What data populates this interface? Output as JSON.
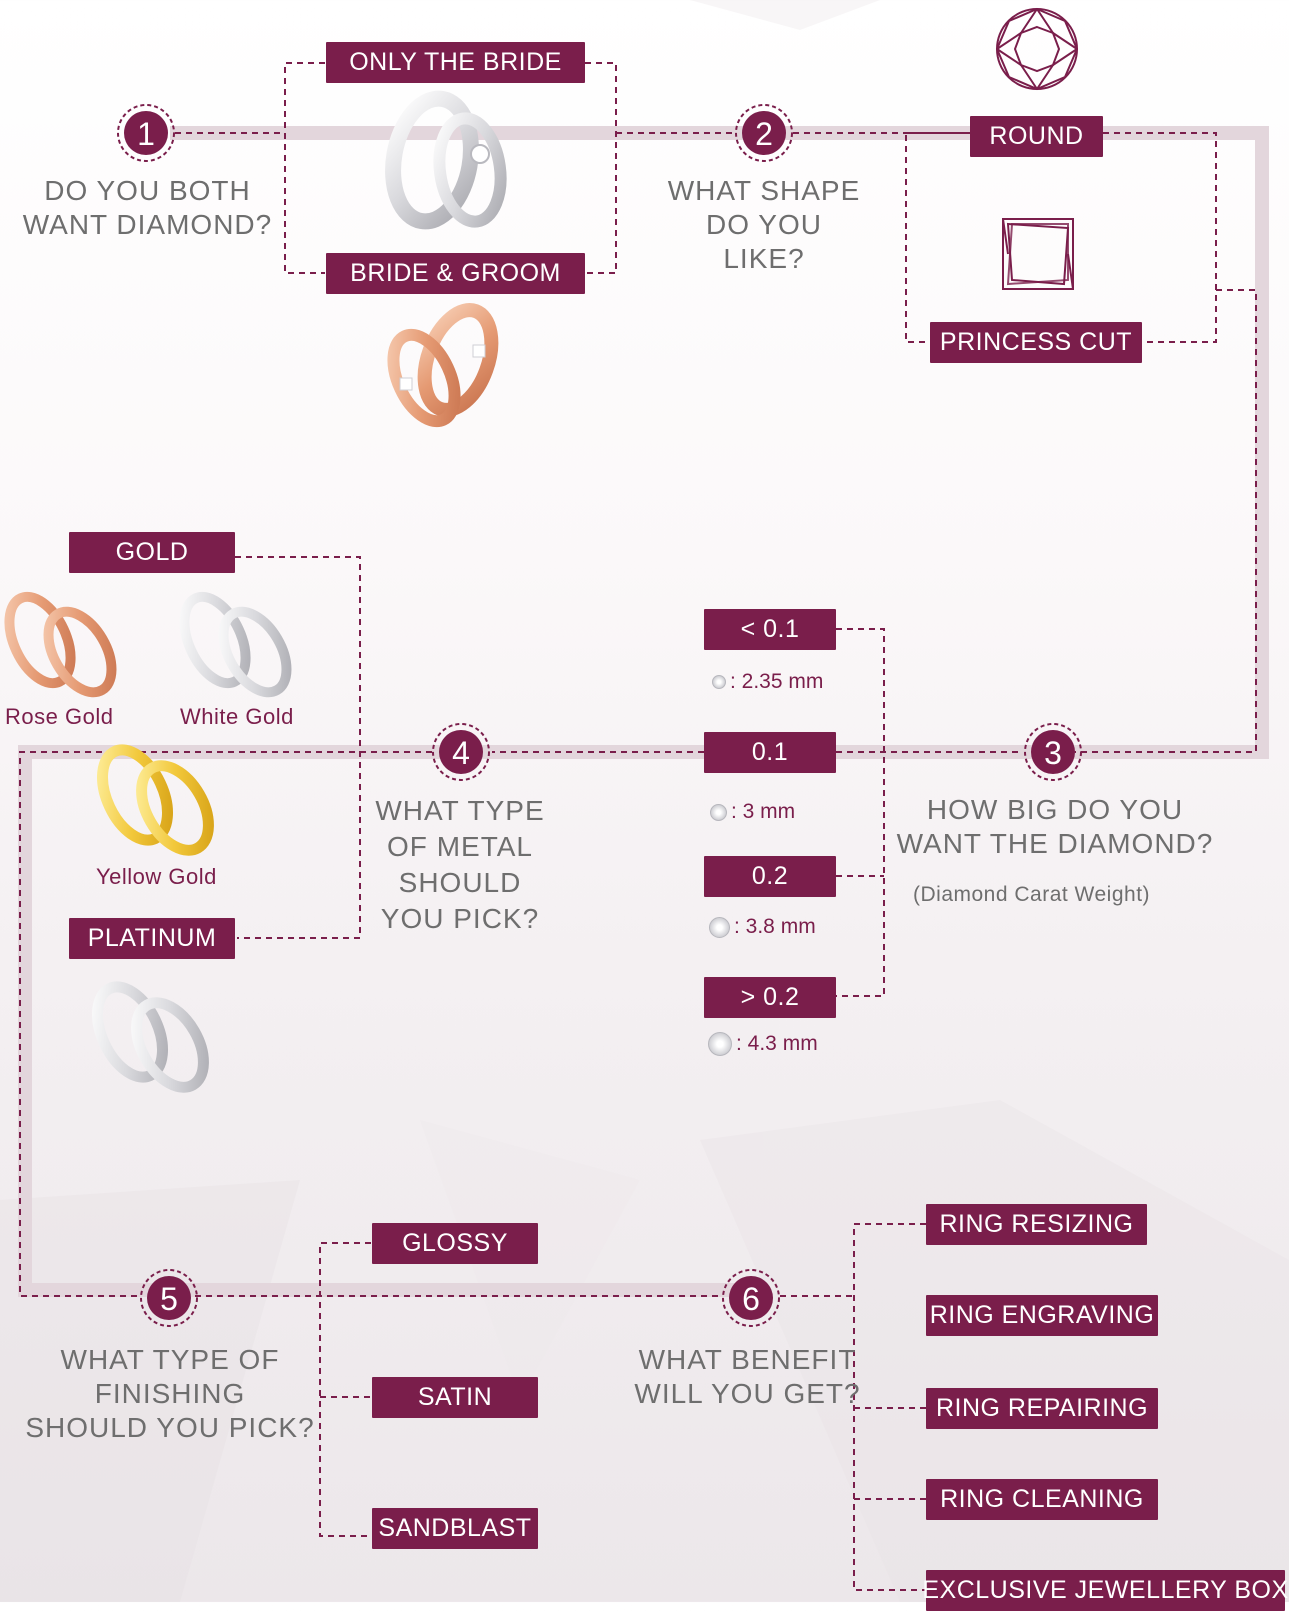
{
  "colors": {
    "accent": "#7a1e4b",
    "track": "#e3d6dc",
    "question_text": "#6e6e6e"
  },
  "steps": [
    {
      "number": "1",
      "question": "DO YOU BOTH\nWANT DIAMOND?"
    },
    {
      "number": "2",
      "question": "WHAT SHAPE\nDO YOU\nLIKE?"
    },
    {
      "number": "3",
      "question": "HOW BIG DO YOU\nWANT THE DIAMOND?",
      "note": "(Diamond Carat Weight)"
    },
    {
      "number": "4",
      "question": "WHAT TYPE\nOF METAL\nSHOULD\nYOU PICK?"
    },
    {
      "number": "5",
      "question": "WHAT TYPE OF\nFINISHING\nSHOULD YOU PICK?"
    },
    {
      "number": "6",
      "question": "WHAT BENEFIT\nWILL YOU GET?"
    }
  ],
  "diamond_options": {
    "only_bride": "ONLY THE BRIDE",
    "bride_groom": "BRIDE & GROOM"
  },
  "shape_options": {
    "round": "ROUND",
    "princess": "PRINCESS CUT"
  },
  "size_options": [
    {
      "label": "< 0.1",
      "size": ": 2.35 mm"
    },
    {
      "label": "0.1",
      "size": ": 3 mm"
    },
    {
      "label": "0.2",
      "size": ": 3.8 mm"
    },
    {
      "label": "> 0.2",
      "size": ": 4.3 mm"
    }
  ],
  "metal_options": {
    "gold": "GOLD",
    "platinum": "PLATINUM",
    "rose_gold": "Rose Gold",
    "white_gold": "White Gold",
    "yellow_gold": "Yellow Gold"
  },
  "finishing_options": [
    "GLOSSY",
    "SATIN",
    "SANDBLAST"
  ],
  "benefit_options": [
    "RING RESIZING",
    "RING ENGRAVING",
    "RING REPAIRING",
    "RING CLEANING",
    "EXCLUSIVE JEWELLERY BOX"
  ]
}
